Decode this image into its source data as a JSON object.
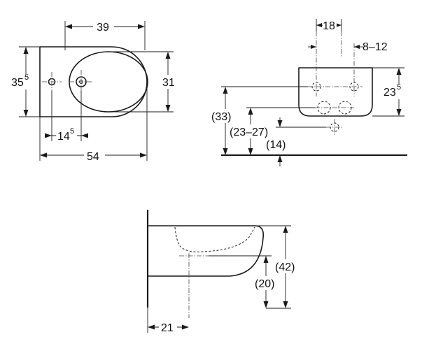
{
  "top_view": {
    "dim_basin_length": "39",
    "dim_depth_main": "35",
    "dim_depth_sup": "5",
    "dim_basin_depth": "31",
    "dim_tap_offset_main": "14",
    "dim_tap_offset_sup": "5",
    "dim_total_length": "54"
  },
  "rear_view": {
    "dim_fixing_spacing": "18",
    "dim_fixing_range": "8–12",
    "dim_height_main": "23",
    "dim_height_sup": "5",
    "dim_top_height": "(33)",
    "dim_fixing_height": "(23–27)",
    "dim_drain_height": "(14)"
  },
  "side_view": {
    "dim_total_height": "(42)",
    "dim_drain_height": "(20)",
    "dim_drain_distance": "21"
  }
}
